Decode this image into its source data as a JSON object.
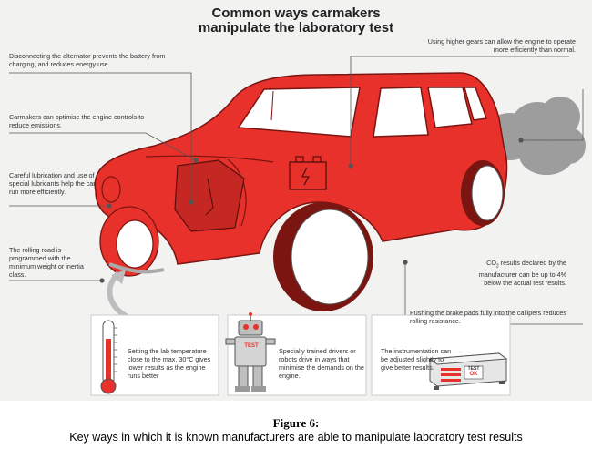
{
  "title": {
    "line1": "Common ways carmakers",
    "line2": "manipulate the laboratory test"
  },
  "annotations": {
    "alternator": "Disconnecting the alternator prevents the battery from charging, and reduces energy use.",
    "engine_controls": "Carmakers can optimise the engine controls to reduce emissions.",
    "lubrication": "Careful lubrication and use of special lubricants help the car run more efficiently.",
    "rolling_road": "The rolling road is programmed with the minimum weight or inertia class.",
    "gears": "Using higher gears can allow the engine to operate more efficiently than normal.",
    "co2_line1": "CO",
    "co2_sub": "2",
    "co2_rest": " results declared by the manufacturer can be up to 4% below the actual test results.",
    "brake_pads": "Pushing the brake pads fully into the callipers reduces rolling resistance."
  },
  "boxes": {
    "temperature": "Setting the lab temperature close to the max. 30°C gives lower results as the engine runs better",
    "drivers": "Specially trained drivers or robots drive in ways that minimise the demands on the engine.",
    "instrumentation": "The instrumentation can be adjusted slightly to give better results."
  },
  "tags": {
    "robot_test": "TEST",
    "device_test": "TEST",
    "device_ok": "OK"
  },
  "figure": {
    "label": "Figure 6:",
    "caption": "Key ways in which it is known manufacturers are able to manipulate laboratory test results"
  },
  "colors": {
    "car_red": "#e8312b",
    "car_dark": "#b8201c",
    "panel_bg": "#f2f2f1",
    "line": "#555555",
    "smoke": "#9d9d9d"
  },
  "icons": [
    "thermometer-icon",
    "robot-icon",
    "test-device-icon",
    "battery-icon",
    "arrow-icon"
  ]
}
